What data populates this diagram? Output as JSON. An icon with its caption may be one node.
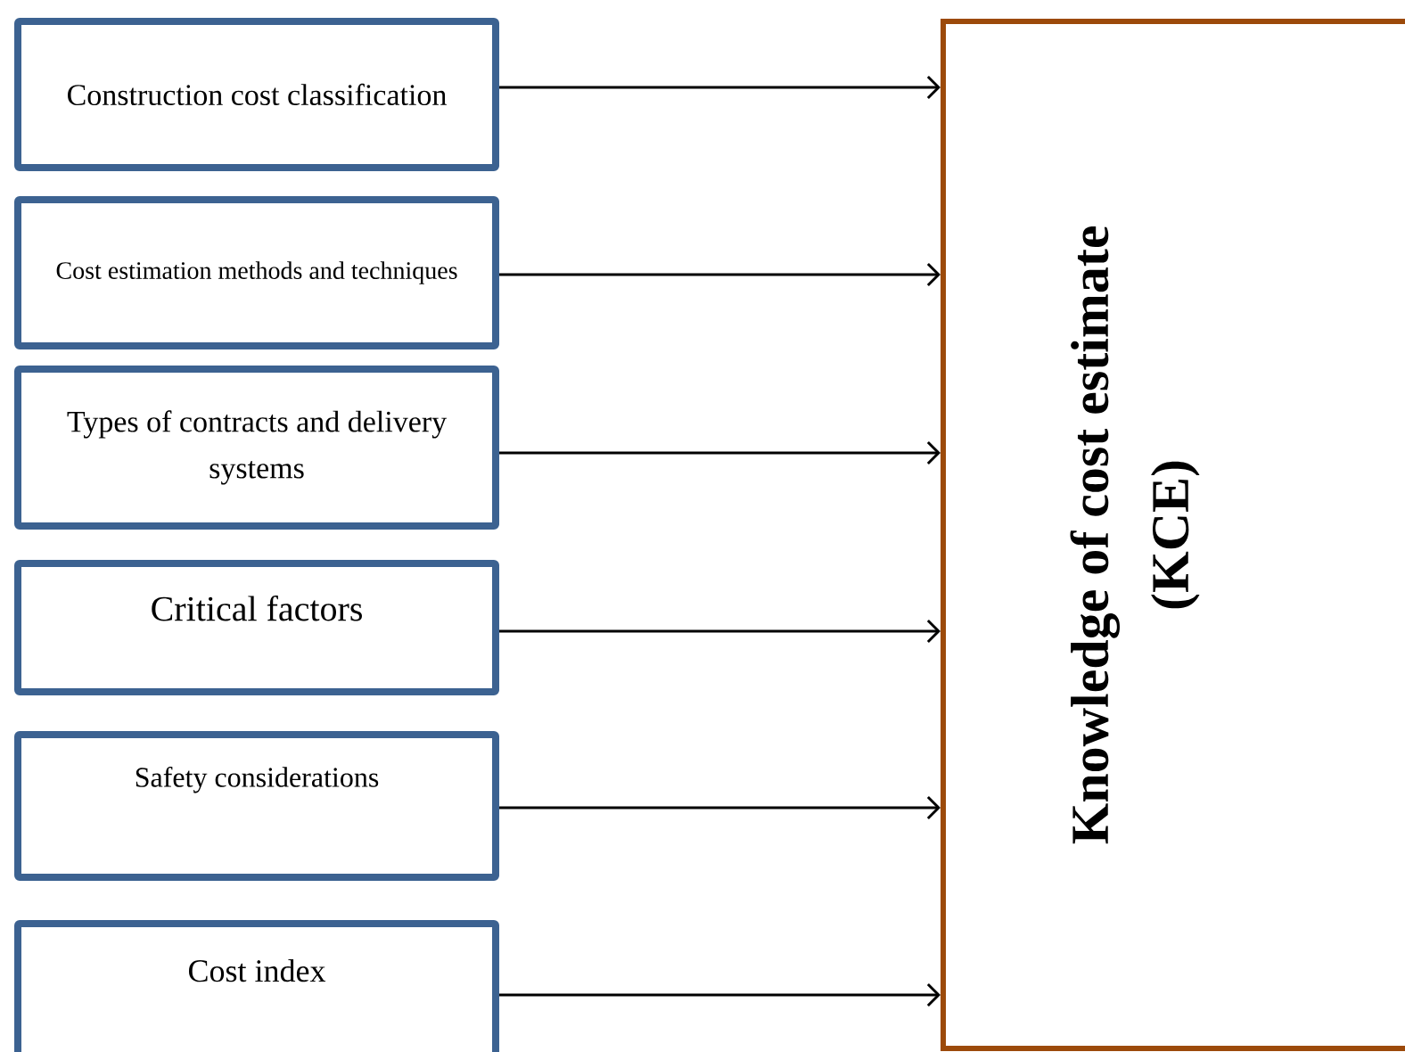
{
  "diagram": {
    "nodes": [
      {
        "text": [
          "Construction cost classification"
        ]
      },
      {
        "text": [
          "Cost estimation methods and techniques"
        ]
      },
      {
        "text": [
          "Types of contracts and delivery systems"
        ]
      },
      {
        "text": [
          "Critical factors"
        ]
      },
      {
        "text": [
          "Safety considerations"
        ]
      },
      {
        "text": [
          "Cost index"
        ]
      },
      {
        "text": [
          "Knowledge of cost estimate (KCE)"
        ]
      }
    ],
    "edges": [
      {
        "from": 0,
        "to": 6,
        "arrow": "to"
      },
      {
        "from": 1,
        "to": 6,
        "arrow": "to"
      },
      {
        "from": 2,
        "to": 6,
        "arrow": "to"
      },
      {
        "from": 3,
        "to": 6,
        "arrow": "to"
      },
      {
        "from": 4,
        "to": 6,
        "arrow": "to"
      },
      {
        "from": 5,
        "to": 6,
        "arrow": "to"
      }
    ]
  }
}
